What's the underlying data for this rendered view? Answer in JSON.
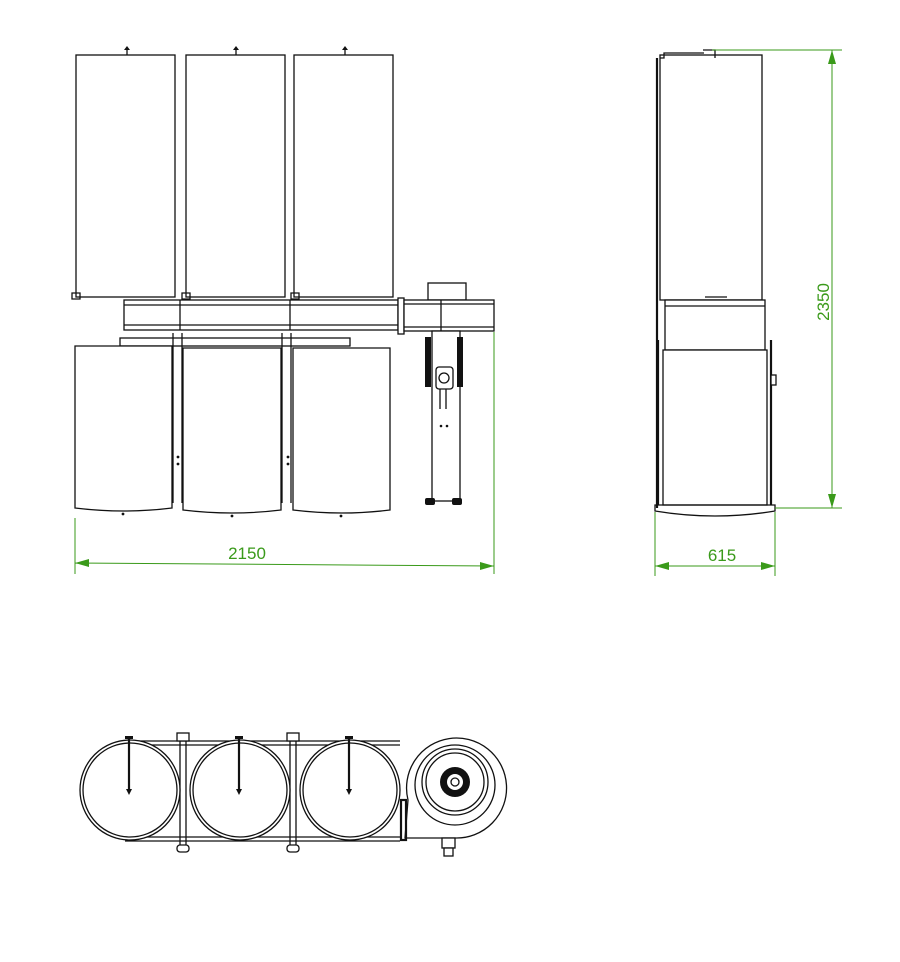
{
  "colors": {
    "dimension": "#3a9a1a",
    "line": "#111111",
    "background": "#ffffff"
  },
  "dimensions": {
    "overall_width": "2150",
    "depth": "615",
    "height": "2350"
  },
  "views": [
    "front-view",
    "side-view",
    "top-view"
  ]
}
